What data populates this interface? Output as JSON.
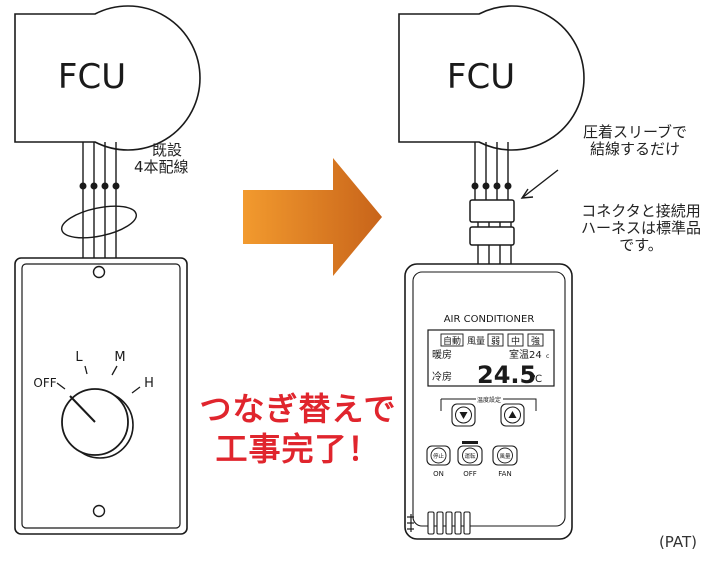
{
  "left_unit": {
    "fcu_label": "FCU",
    "wire_note": [
      "既設",
      "4本配線"
    ],
    "switch_labels": {
      "off": "OFF",
      "low": "L",
      "mid": "M",
      "high": "H"
    }
  },
  "right_unit": {
    "fcu_label": "FCU",
    "sleeve_note": [
      "圧着スリーブで",
      "結線するだけ"
    ],
    "connector_note": [
      "コネクタと接続用",
      "ハーネスは標準品",
      "です。"
    ],
    "remote": {
      "title": "AIR CONDITIONER",
      "mode_row": [
        "自動",
        "風量",
        "弱",
        "中",
        "強"
      ],
      "heating": "暖房",
      "cooling": "冷房",
      "room_temp_label": "室温24",
      "room_temp_unit": "c",
      "set_temp": "24.5",
      "set_temp_unit": "℃",
      "temp_setting_label": "温度設定",
      "buttons": [
        {
          "face": "停止",
          "caption": "ON"
        },
        {
          "face": "運転",
          "caption": "OFF"
        },
        {
          "face": "風量",
          "caption": "FAN"
        }
      ]
    }
  },
  "headline": [
    "つなぎ替えで",
    "工事完了！"
  ],
  "credit": "(PAT)",
  "colors": {
    "arrow_start": "#f29a2e",
    "arrow_end": "#c8641a",
    "headline": "#e0252d",
    "line": "#1a1a1a"
  }
}
